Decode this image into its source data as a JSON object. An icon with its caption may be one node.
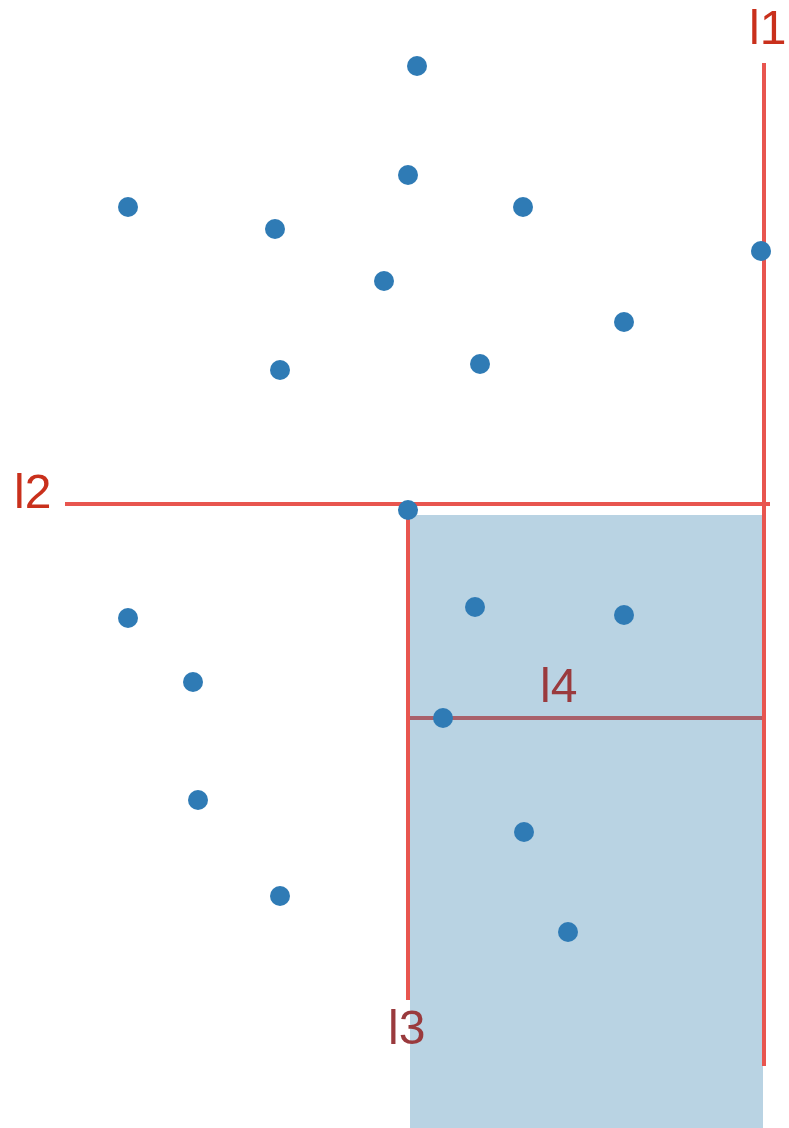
{
  "diagram": {
    "labels": [
      "l1",
      "l2",
      "l4",
      "l3"
    ]
  }
}
